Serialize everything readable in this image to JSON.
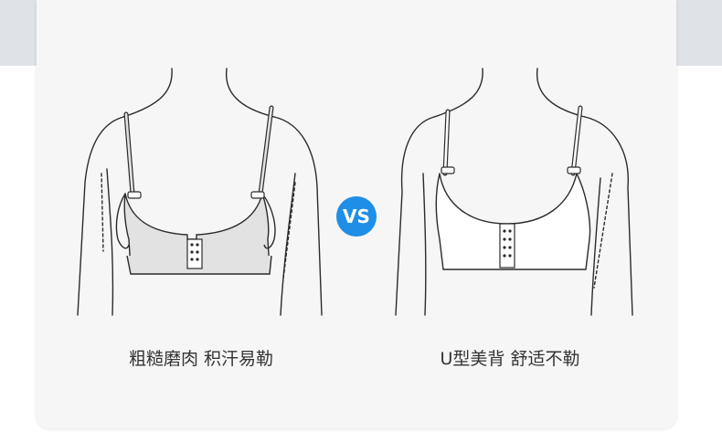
{
  "colors": {
    "background_band": "#dfe3e7",
    "card": "#f6f6f6",
    "line": "#2b2b2b",
    "bra_left_fill": "#e2e2e2",
    "bra_right_fill": "#ffffff",
    "vs_badge": "#1f8ee6"
  },
  "left": {
    "caption": "粗糙磨肉 积汗易勒",
    "illustration": "back-view-bra-with-fat-bulges"
  },
  "right": {
    "caption": "U型美背 舒适不勒",
    "illustration": "back-view-u-shape-bra"
  },
  "vs_label": "VS"
}
